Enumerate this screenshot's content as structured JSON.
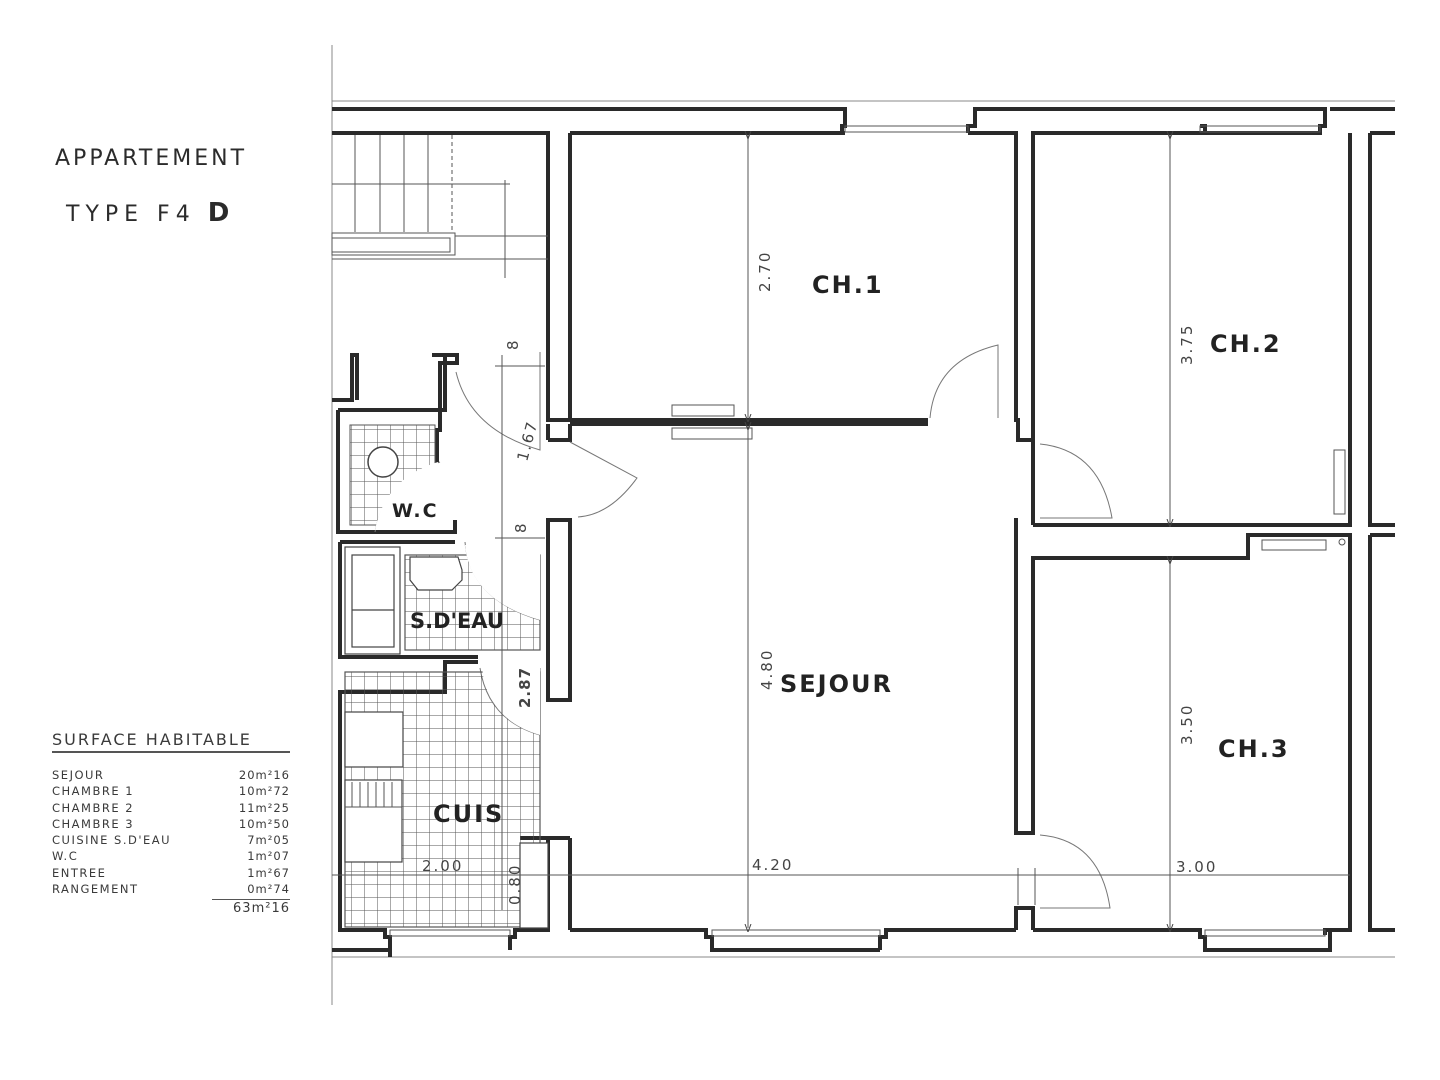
{
  "title": {
    "line1": "APPARTEMENT",
    "line2_prefix": "TYPE F4",
    "line2_suffix": "D"
  },
  "surface_habitable": {
    "heading": "SURFACE HABITABLE",
    "rows": [
      {
        "label": "SEJOUR",
        "value": "20m²16"
      },
      {
        "label": "CHAMBRE 1",
        "value": "10m²72"
      },
      {
        "label": "CHAMBRE 2",
        "value": "11m²25"
      },
      {
        "label": "CHAMBRE 3",
        "value": "10m²50"
      },
      {
        "label": "CUISINE S.D'EAU",
        "value": "7m²05"
      },
      {
        "label": "W.C",
        "value": "1m²07"
      },
      {
        "label": "ENTREE",
        "value": "1m²67"
      },
      {
        "label": "RANGEMENT",
        "value": "0m²74"
      }
    ],
    "total": "63m²16"
  },
  "rooms": {
    "ch1": "CH.1",
    "ch2": "CH.2",
    "ch3": "CH.3",
    "sejour": "SEJOUR",
    "wc": "W.C",
    "sdeau": "S.D'EAU",
    "cuis": "CUIS"
  },
  "dimensions": {
    "ch1_height": "2.70",
    "ch2_height": "3.75",
    "ch3_height": "3.50",
    "ch3_width": "3.00",
    "sejour_height": "4.80",
    "sejour_width": "4.20",
    "entree_length": "1.67",
    "entree_wall_top": "8",
    "entree_wall_bottom": "8",
    "sdeau_cuis_length": "2.87",
    "cuis_width": "2.00",
    "cuis_depth": "0.80"
  },
  "colors": {
    "ink": "#2a2a2a",
    "paper": "#ffffff",
    "thin_line": "#777777"
  }
}
